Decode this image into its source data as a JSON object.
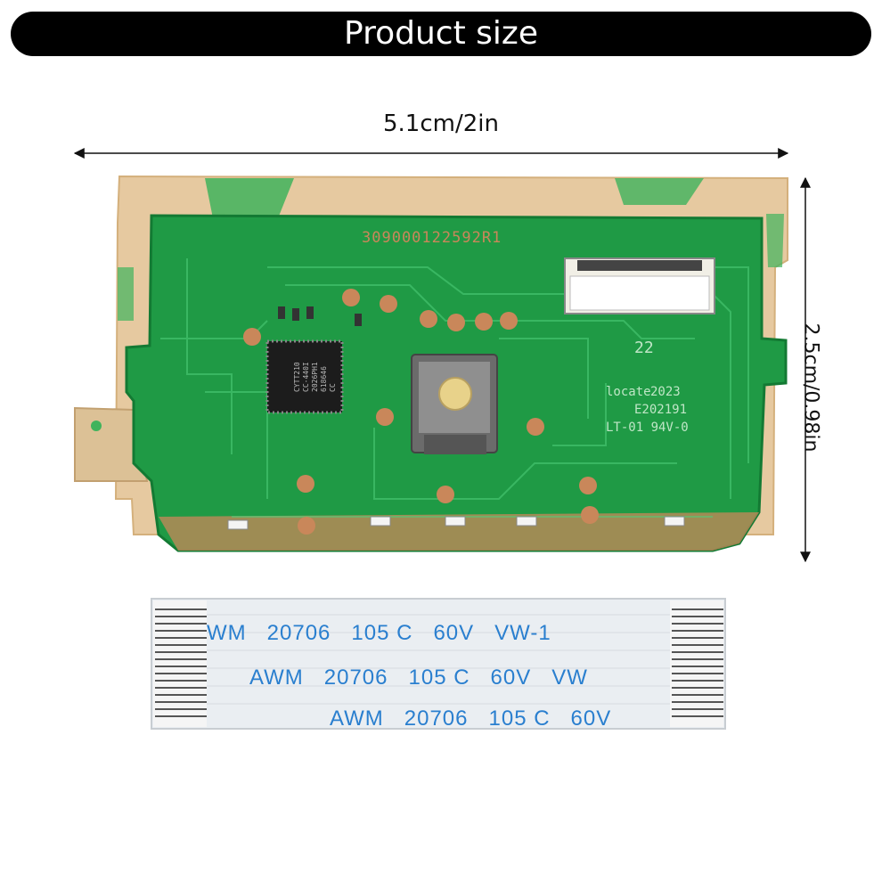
{
  "banner": {
    "title": "Product size"
  },
  "dimensions": {
    "width_label": "5.1cm/2in",
    "height_label": "2.5cm/0.98in"
  },
  "pcb": {
    "part_number": "309000122592R1",
    "board_number": "22",
    "brand_mark": "locate",
    "year": "2023",
    "ul_code": "E202191",
    "rating": "LT-01 94V-0",
    "chip_lines": [
      "CYTT210",
      "CC-440I",
      "2026PH1",
      "618646",
      "CC"
    ]
  },
  "ribbon_cable": {
    "lines": [
      "WM   20706   105 C   60V   VW-1",
      "AWM   20706   105 C   60V   VW",
      "AWM   20706   105 C   60V"
    ]
  },
  "colors": {
    "pcb_green": "#1f9a45",
    "pcb_dark_trace": "#178038",
    "pad_copper": "#c9875a",
    "backing_tape": "#e6c9a0",
    "cable_text": "#2a7fcf"
  }
}
